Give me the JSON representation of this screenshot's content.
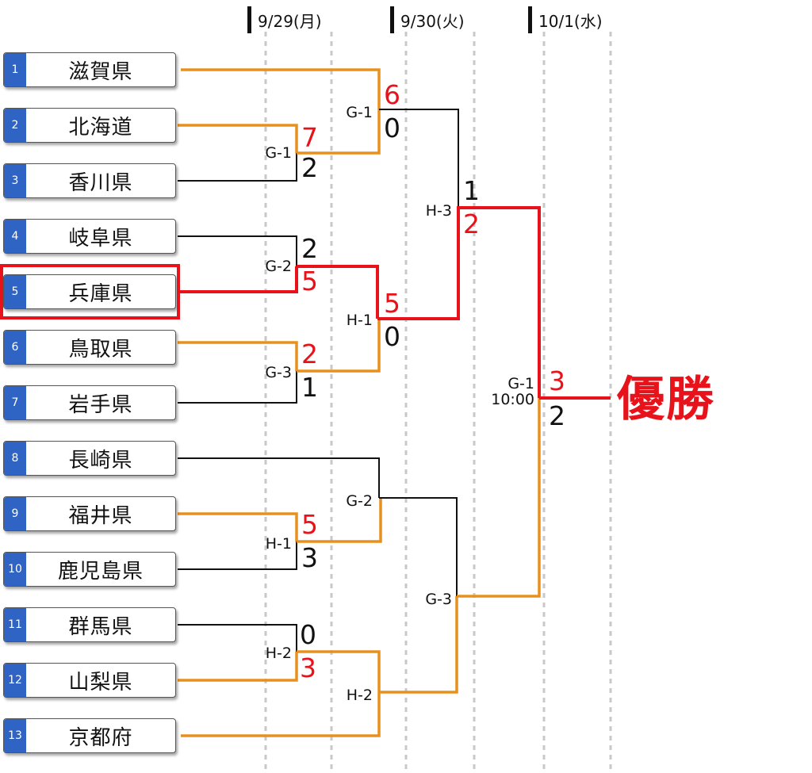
{
  "dates": [
    "9/29(月)",
    "9/30(火)",
    "10/1(水)"
  ],
  "teams": [
    {
      "seed": "1",
      "name": "滋賀県"
    },
    {
      "seed": "2",
      "name": "北海道"
    },
    {
      "seed": "3",
      "name": "香川県"
    },
    {
      "seed": "4",
      "name": "岐阜県"
    },
    {
      "seed": "5",
      "name": "兵庫県"
    },
    {
      "seed": "6",
      "name": "鳥取県"
    },
    {
      "seed": "7",
      "name": "岩手県"
    },
    {
      "seed": "8",
      "name": "長崎県"
    },
    {
      "seed": "9",
      "name": "福井県"
    },
    {
      "seed": "10",
      "name": "鹿児島県"
    },
    {
      "seed": "11",
      "name": "群馬県"
    },
    {
      "seed": "12",
      "name": "山梨県"
    },
    {
      "seed": "13",
      "name": "京都府"
    }
  ],
  "matches": [
    {
      "id": "r1-a",
      "label": "G-1",
      "top": "7",
      "bottom": "2",
      "winner": "top"
    },
    {
      "id": "r1-b",
      "label": "G-2",
      "top": "2",
      "bottom": "5",
      "winner": "bottom"
    },
    {
      "id": "r1-c",
      "label": "G-3",
      "top": "2",
      "bottom": "1",
      "winner": "top"
    },
    {
      "id": "r1-d",
      "label": "H-1",
      "top": "5",
      "bottom": "3",
      "winner": "top"
    },
    {
      "id": "r1-e",
      "label": "H-2",
      "top": "0",
      "bottom": "3",
      "winner": "bottom"
    },
    {
      "id": "r2-a",
      "label": "G-1",
      "top": "6",
      "bottom": "0",
      "winner": "top"
    },
    {
      "id": "r2-b",
      "label": "H-1",
      "top": "5",
      "bottom": "0",
      "winner": "top"
    },
    {
      "id": "r2-c",
      "label": "G-2",
      "top": "",
      "bottom": "",
      "winner": "bottom"
    },
    {
      "id": "r2-d",
      "label": "H-2",
      "top": "",
      "bottom": "",
      "winner": "bottom"
    },
    {
      "id": "sf-a",
      "label": "H-3",
      "top": "1",
      "bottom": "2",
      "winner": "bottom"
    },
    {
      "id": "sf-b",
      "label": "G-3",
      "top": "",
      "bottom": "",
      "winner": "bottom"
    },
    {
      "id": "final",
      "label": "G-1",
      "time": "10:00",
      "top": "3",
      "bottom": "2",
      "winner": "top"
    }
  ],
  "champion_label": "優勝",
  "colors": {
    "win_path": "#e8901e",
    "champion_path": "#e8121a",
    "loss": "#111111",
    "seed_bg": "#2f63c4",
    "guide": "#c8c8c8"
  }
}
